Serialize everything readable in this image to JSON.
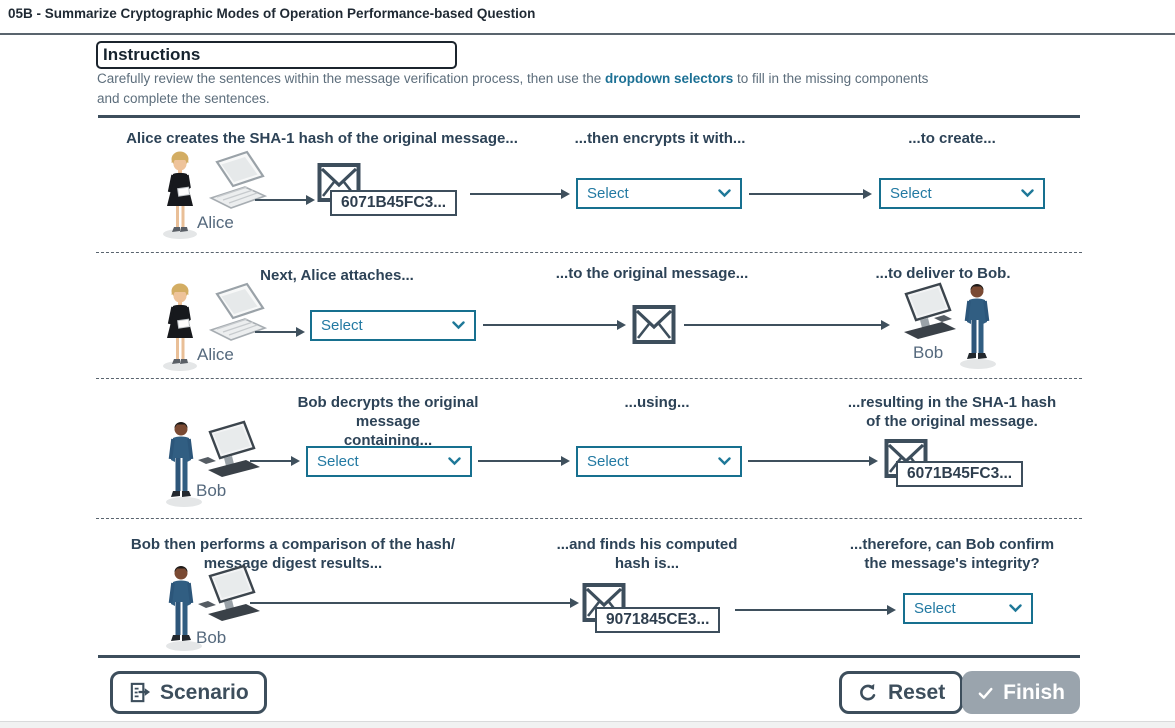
{
  "title": "05B - Summarize Cryptographic Modes of Operation Performance-based Question",
  "instructions": {
    "heading": "Instructions",
    "body_prefix": "Carefully review the sentences within the message verification process, then use the ",
    "body_highlight": "dropdown selectors",
    "body_suffix": " to fill in the missing components and complete the sentences."
  },
  "ui": {
    "select_placeholder": "Select"
  },
  "rows": [
    {
      "col1": [
        "Alice creates the SHA-1 hash of the original message..."
      ],
      "col2": [
        "...then encrypts it with..."
      ],
      "col3": [
        "...to create..."
      ],
      "actor_label": "Alice",
      "hash_label": "6071B45FC3..."
    },
    {
      "col1": [
        "Next, Alice attaches..."
      ],
      "col2": [
        "...to the original message..."
      ],
      "col3": [
        "...to deliver to Bob."
      ],
      "actor_label": "Alice",
      "actor2_label": "Bob"
    },
    {
      "col1": [
        "Bob decrypts the original message",
        "containing..."
      ],
      "col2": [
        "...using..."
      ],
      "col3": [
        "...resulting in the SHA-1 hash",
        "of the original message."
      ],
      "actor_label": "Bob",
      "hash_label": "6071B45FC3..."
    },
    {
      "col1": [
        "Bob then performs a comparison of the hash/",
        "message digest results..."
      ],
      "col2": [
        "...and finds his computed",
        "hash is..."
      ],
      "col3": [
        "...therefore, can Bob confirm",
        "the message's integrity?"
      ],
      "actor_label": "Bob",
      "hash_label": "9071845CE3..."
    }
  ],
  "buttons": {
    "scenario": "Scenario",
    "reset": "Reset",
    "finish": "Finish"
  },
  "colors": {
    "accent_teal": "#17708f",
    "slate": "#3d4e5c",
    "header_text": "#2d4357",
    "muted_text": "#5d6e7c",
    "finish_bg": "#9aa4ad"
  }
}
